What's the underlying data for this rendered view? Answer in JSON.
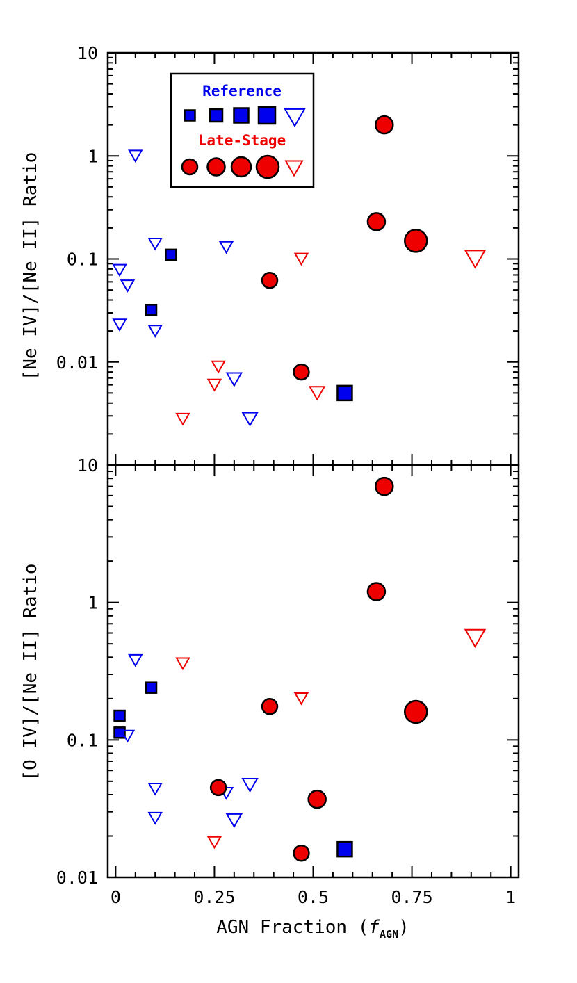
{
  "chart_data": [
    {
      "type": "scatter",
      "panel": "top",
      "ylabel": "[Ne IV]/[Ne II] Ratio",
      "xlabel": "",
      "yscale": "log",
      "xlim": [
        -0.02,
        1.02
      ],
      "ylim": [
        0.001,
        10
      ],
      "ytick_labels": [
        "10",
        "1",
        "0.1",
        "0.01"
      ],
      "ytick_values": [
        10,
        1,
        0.1,
        0.01
      ],
      "legend": {
        "placement": "top-left",
        "titles": [
          "Reference",
          "Late-Stage"
        ],
        "colors": {
          "Reference": "#0000ee",
          "Late-Stage": "#ee0000"
        }
      },
      "series": [
        {
          "name": "Reference",
          "marker": "square",
          "color": "#0000ee",
          "points": [
            {
              "x": 0.14,
              "y": 0.11,
              "size": 1
            },
            {
              "x": 0.09,
              "y": 0.032,
              "size": 1
            },
            {
              "x": 0.58,
              "y": 0.005,
              "size": 3
            }
          ]
        },
        {
          "name": "Reference",
          "marker": "triangle-down-open",
          "color": "#0000ee",
          "points": [
            {
              "x": 0.05,
              "y": 1.0,
              "size": 1
            },
            {
              "x": 0.01,
              "y": 0.078,
              "size": 1
            },
            {
              "x": 0.03,
              "y": 0.055,
              "size": 1
            },
            {
              "x": 0.1,
              "y": 0.14,
              "size": 1
            },
            {
              "x": 0.28,
              "y": 0.13,
              "size": 1
            },
            {
              "x": 0.01,
              "y": 0.023,
              "size": 1
            },
            {
              "x": 0.1,
              "y": 0.02,
              "size": 1
            },
            {
              "x": 0.3,
              "y": 0.0068,
              "size": 2
            },
            {
              "x": 0.34,
              "y": 0.0028,
              "size": 2
            }
          ]
        },
        {
          "name": "Late-Stage",
          "marker": "circle",
          "color": "#ee0000",
          "points": [
            {
              "x": 0.68,
              "y": 2.0,
              "size": 2
            },
            {
              "x": 0.66,
              "y": 0.23,
              "size": 2
            },
            {
              "x": 0.76,
              "y": 0.15,
              "size": 4
            },
            {
              "x": 0.39,
              "y": 0.062,
              "size": 1
            },
            {
              "x": 0.47,
              "y": 0.008,
              "size": 1
            }
          ]
        },
        {
          "name": "Late-Stage",
          "marker": "triangle-down-open",
          "color": "#ee0000",
          "points": [
            {
              "x": 0.47,
              "y": 0.1,
              "size": 1
            },
            {
              "x": 0.91,
              "y": 0.1,
              "size": 4
            },
            {
              "x": 0.26,
              "y": 0.009,
              "size": 1
            },
            {
              "x": 0.25,
              "y": 0.006,
              "size": 1
            },
            {
              "x": 0.51,
              "y": 0.005,
              "size": 2
            },
            {
              "x": 0.17,
              "y": 0.0028,
              "size": 1
            }
          ]
        }
      ]
    },
    {
      "type": "scatter",
      "panel": "bottom",
      "ylabel": "[O IV]/[Ne II] Ratio",
      "xlabel": "AGN Fraction (",
      "xlabel_math": "f",
      "xlabel_sub": "AGN",
      "xlabel_close": ")",
      "yscale": "log",
      "xlim": [
        -0.02,
        1.02
      ],
      "ylim": [
        0.01,
        10
      ],
      "xtick_labels": [
        "0",
        "0.25",
        "0.5",
        "0.75",
        "1"
      ],
      "xtick_values": [
        0,
        0.25,
        0.5,
        0.75,
        1
      ],
      "ytick_labels": [
        "10",
        "1",
        "0.1",
        "0.01"
      ],
      "ytick_values": [
        10,
        1,
        0.1,
        0.01
      ],
      "series": [
        {
          "name": "Reference",
          "marker": "square",
          "color": "#0000ee",
          "points": [
            {
              "x": 0.09,
              "y": 0.24,
              "size": 1
            },
            {
              "x": 0.01,
              "y": 0.15,
              "size": 1
            },
            {
              "x": 0.01,
              "y": 0.113,
              "size": 1
            },
            {
              "x": 0.58,
              "y": 0.016,
              "size": 3
            }
          ]
        },
        {
          "name": "Reference",
          "marker": "triangle-down-open",
          "color": "#0000ee",
          "points": [
            {
              "x": 0.05,
              "y": 0.38,
              "size": 1
            },
            {
              "x": 0.03,
              "y": 0.107,
              "size": 1
            },
            {
              "x": 0.1,
              "y": 0.044,
              "size": 1
            },
            {
              "x": 0.1,
              "y": 0.027,
              "size": 1
            },
            {
              "x": 0.28,
              "y": 0.041,
              "size": 1
            },
            {
              "x": 0.3,
              "y": 0.026,
              "size": 2
            },
            {
              "x": 0.34,
              "y": 0.047,
              "size": 2
            }
          ]
        },
        {
          "name": "Late-Stage",
          "marker": "circle",
          "color": "#ee0000",
          "points": [
            {
              "x": 0.68,
              "y": 7.0,
              "size": 2
            },
            {
              "x": 0.66,
              "y": 1.2,
              "size": 2
            },
            {
              "x": 0.39,
              "y": 0.175,
              "size": 1
            },
            {
              "x": 0.76,
              "y": 0.16,
              "size": 4
            },
            {
              "x": 0.26,
              "y": 0.045,
              "size": 1
            },
            {
              "x": 0.51,
              "y": 0.037,
              "size": 2
            },
            {
              "x": 0.47,
              "y": 0.015,
              "size": 1
            }
          ]
        },
        {
          "name": "Late-Stage",
          "marker": "triangle-down-open",
          "color": "#ee0000",
          "points": [
            {
              "x": 0.91,
              "y": 0.55,
              "size": 4
            },
            {
              "x": 0.17,
              "y": 0.36,
              "size": 1
            },
            {
              "x": 0.47,
              "y": 0.2,
              "size": 1
            },
            {
              "x": 0.25,
              "y": 0.018,
              "size": 1
            }
          ]
        }
      ]
    }
  ]
}
